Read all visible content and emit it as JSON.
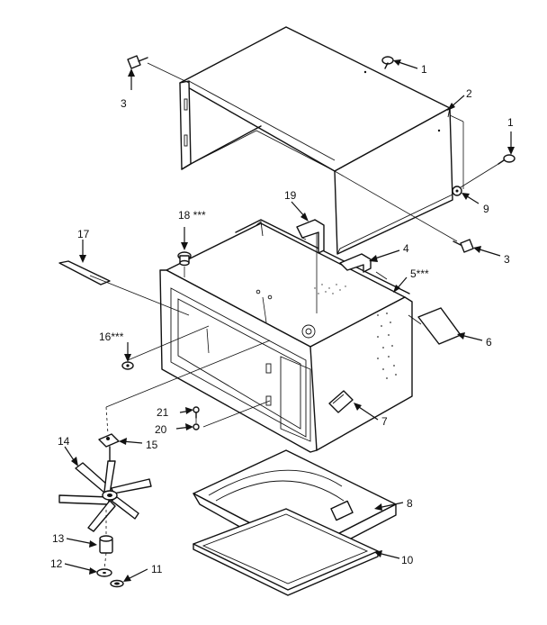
{
  "callouts": [
    {
      "id": "c1a",
      "text": "1"
    },
    {
      "id": "c1b",
      "text": "1"
    },
    {
      "id": "c2",
      "text": "2"
    },
    {
      "id": "c3a",
      "text": "3"
    },
    {
      "id": "c3b",
      "text": "3"
    },
    {
      "id": "c4",
      "text": "4"
    },
    {
      "id": "c5",
      "text": "5***"
    },
    {
      "id": "c6",
      "text": "6"
    },
    {
      "id": "c7",
      "text": "7"
    },
    {
      "id": "c8",
      "text": "8"
    },
    {
      "id": "c9",
      "text": "9"
    },
    {
      "id": "c10",
      "text": "10"
    },
    {
      "id": "c11",
      "text": "11"
    },
    {
      "id": "c12",
      "text": "12"
    },
    {
      "id": "c13",
      "text": "13"
    },
    {
      "id": "c14",
      "text": "14"
    },
    {
      "id": "c15",
      "text": "15"
    },
    {
      "id": "c16",
      "text": "16***"
    },
    {
      "id": "c17",
      "text": "17"
    },
    {
      "id": "c18",
      "text": "18 ***"
    },
    {
      "id": "c19",
      "text": "19"
    },
    {
      "id": "c20",
      "text": "20"
    },
    {
      "id": "c21",
      "text": "21"
    }
  ]
}
